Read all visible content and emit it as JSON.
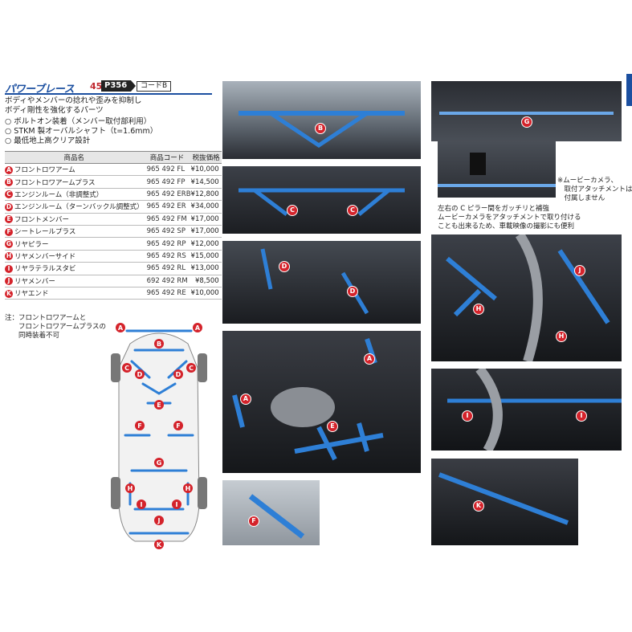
{
  "header": {
    "title": "パワーブレース",
    "page_number": "45",
    "page_ref": "P356",
    "code_label": "コードB"
  },
  "description": [
    "ボディやメンバーの捻れや歪みを抑制し",
    "ボディ剛性を強化するパーツ"
  ],
  "features": [
    "○ ボルトオン装着（メンバー取付部利用）",
    "○ STKM 製オーバルシャフト（t=1.6mm）",
    "○ 最低地上高クリア設計"
  ],
  "table": {
    "headers": [
      "商品名",
      "商品コード",
      "税抜価格"
    ],
    "rows": [
      {
        "letter": "A",
        "name": "フロントロワアーム",
        "code": "965 492 FL",
        "price": "¥10,000"
      },
      {
        "letter": "B",
        "name": "フロントロワアームプラス",
        "code": "965 492 FP",
        "price": "¥14,500"
      },
      {
        "letter": "C",
        "name": "エンジンルーム（非調整式）",
        "code": "965 492 ERB",
        "price": "¥12,800"
      },
      {
        "letter": "D",
        "name": "エンジンルーム（ターンバックル調整式）",
        "code": "965 492 ER",
        "price": "¥34,000"
      },
      {
        "letter": "E",
        "name": "フロントメンバー",
        "code": "965 492 FM",
        "price": "¥17,000"
      },
      {
        "letter": "F",
        "name": "シートレールプラス",
        "code": "965 492 SP",
        "price": "¥17,000"
      },
      {
        "letter": "G",
        "name": "リヤピラー",
        "code": "965 492 RP",
        "price": "¥12,000"
      },
      {
        "letter": "H",
        "name": "リヤメンバーサイド",
        "code": "965 492 RS",
        "price": "¥15,000"
      },
      {
        "letter": "I",
        "name": "リヤラテラルスタビ",
        "code": "965 492 RL",
        "price": "¥13,000"
      },
      {
        "letter": "J",
        "name": "リヤメンバー",
        "code": "692 492 RM",
        "price": "¥8,500"
      },
      {
        "letter": "K",
        "name": "リヤエンド",
        "code": "965 492 RE",
        "price": "¥10,000"
      }
    ]
  },
  "note": [
    "注：フロントロワアームと",
    "　　フロントロワアームプラスの",
    "　　同時装着不可"
  ],
  "captions": {
    "camera": [
      "※ムービーカメラ、",
      "　取付アタッチメントは",
      "　付属しません"
    ],
    "pillar": [
      "左右の C ピラー間をガッチリと補強",
      "ムービーカメラをアタッチメントで取り付ける",
      "ことも出来るため、車載映像の撮影にも便利"
    ]
  },
  "colors": {
    "brand": "#1b4fa0",
    "badge": "#d4232b",
    "brace": "#2e7fd6"
  }
}
